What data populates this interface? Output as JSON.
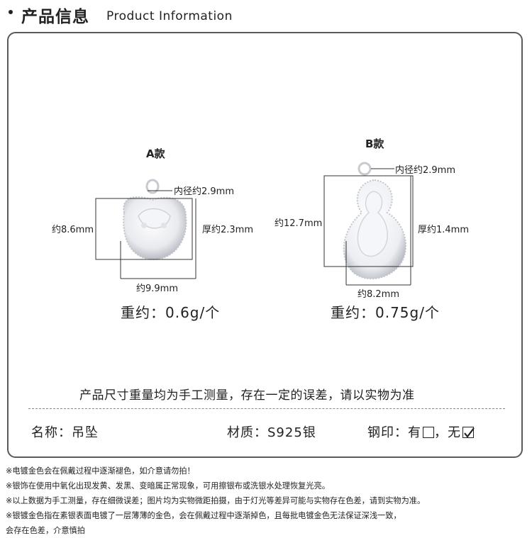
{
  "header": {
    "title_cn": "产品信息",
    "title_en": "Product Information"
  },
  "variant_a": {
    "label": "A款",
    "inner_diameter": "内径约2.9mm",
    "height": "约8.6mm",
    "thickness": "厚约2.3mm",
    "width": "约9.9mm",
    "weight": "重约：0.6g/个"
  },
  "variant_b": {
    "label": "B款",
    "inner_diameter": "内径约2.9mm",
    "height": "约12.7mm",
    "thickness": "厚约1.4mm",
    "width": "约8.2mm",
    "weight": "重约：0.75g/个"
  },
  "measure_note": "产品尺寸重量均为手工测量，存在一定的误差，请以实物为准",
  "attributes": {
    "name": "名称：吊坠",
    "material": "材质：S925银",
    "stamp_label": "钢印：有",
    "stamp_sep": "，无"
  },
  "notes": [
    "※电镀金色会在佩戴过程中逐渐褪色，如介意请勿拍！",
    "※银饰在使用中氧化出现发黄、发黑、变暗属正常现象，可用擦银布或洗银水处理恢复光亮。",
    "※以上数据为手工测量，存在细微误差；图片均为实物微距拍摄，由于灯光等差异可能与实物存在色差，请到实物为准。",
    "※银镀金色指在素银表面电镀了一层薄薄的金色，会在佩戴过程中逐渐掉色，且每批电镀金色无法保证深浅一致，",
    "会存在色差，介意慎拍"
  ]
}
